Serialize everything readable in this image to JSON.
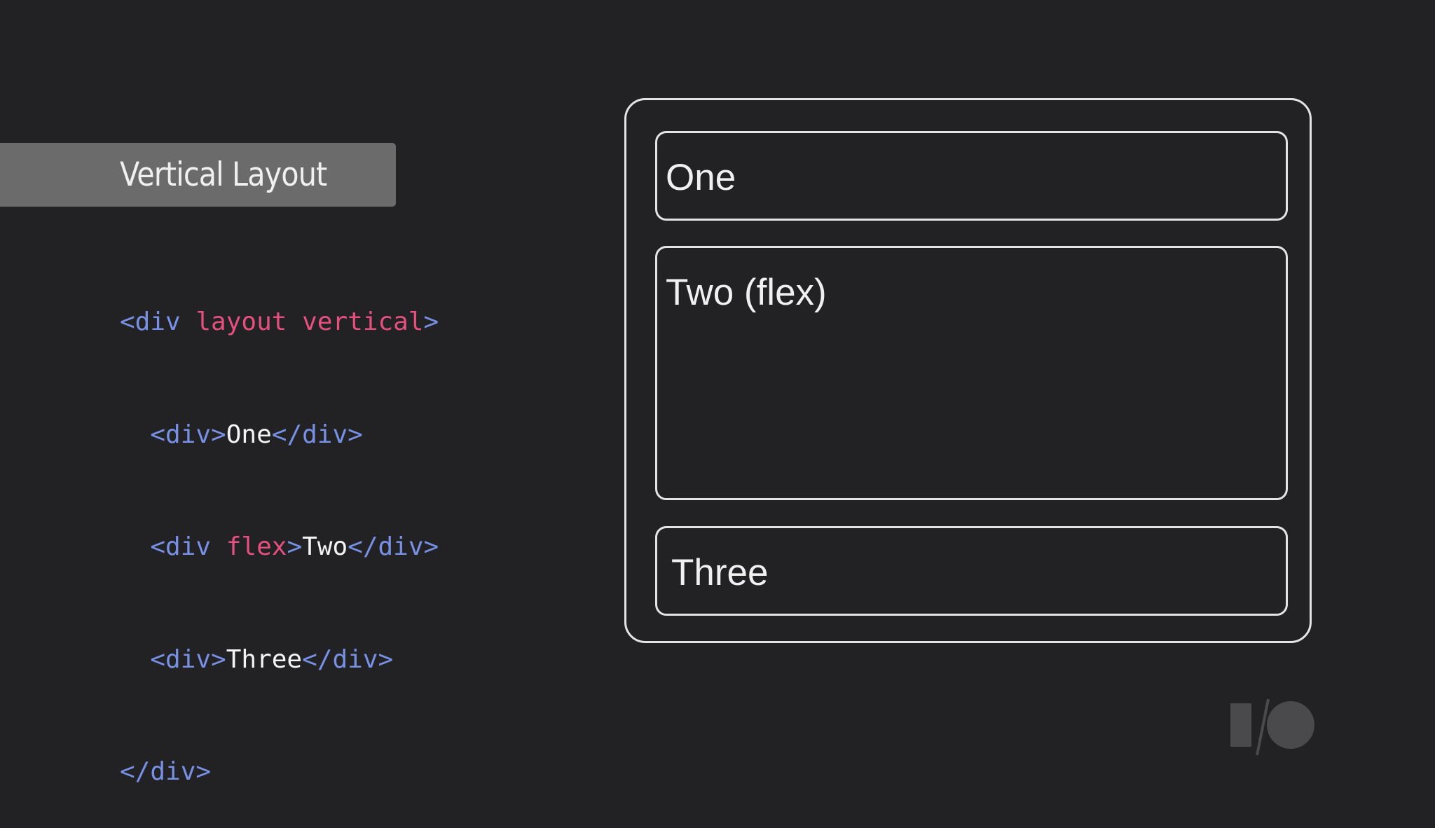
{
  "slide": {
    "title": "Vertical Layout"
  },
  "code": {
    "line1": {
      "open": "<div ",
      "attr": "layout vertical",
      "close": ">"
    },
    "line2": {
      "indent": "  ",
      "open": "<div>",
      "text": "One",
      "close": "</div>"
    },
    "line3": {
      "indent": "  ",
      "open": "<div ",
      "attr": "flex",
      "mid": ">",
      "text": "Two",
      "close": "</div>"
    },
    "line4": {
      "indent": "  ",
      "open": "<div>",
      "text": "Three",
      "close": "</div>"
    },
    "line5": {
      "close": "</div>"
    }
  },
  "diagram": {
    "boxes": [
      {
        "label": "One"
      },
      {
        "label": "Two (flex)"
      },
      {
        "label": "Three"
      }
    ]
  },
  "colors": {
    "background": "#222224",
    "banner": "#6b6b6b",
    "tag": "#7891e4",
    "attribute": "#e6507f",
    "text": "#f4f4f4",
    "outline": "#e4e4e4",
    "logo": "#4a4a4c"
  },
  "logo": {
    "icon": "google-io-logo-icon"
  }
}
